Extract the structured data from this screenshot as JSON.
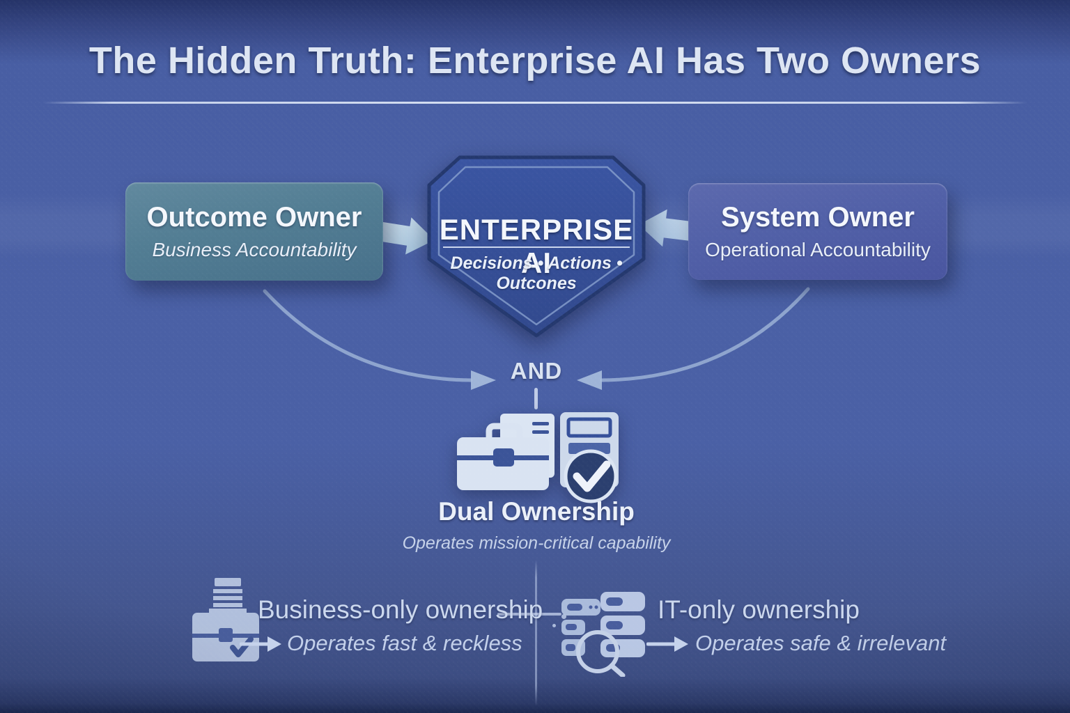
{
  "slide": {
    "title": "The Hidden Truth: Enterprise AI Has Two Owners",
    "owners": {
      "outcome": {
        "title": "Outcome Owner",
        "subtitle": "Business Accountability"
      },
      "system": {
        "title": "System Owner",
        "subtitle": "Operational Accountability"
      }
    },
    "enterprise_ai": {
      "title": "ENTERPRISE AI",
      "subtitle": "Decisions • Actions • Outcones"
    },
    "junction": {
      "label": "AND"
    },
    "dual_ownership": {
      "title": "Dual Ownership",
      "subtitle": "Operates mission-critical capability"
    },
    "failure_modes": {
      "business_only": {
        "title": "Business-only ownership",
        "subtitle": "Operates fast & reckless"
      },
      "it_only": {
        "title": "IT-only ownership",
        "subtitle": "Operates safe & irrelevant"
      }
    },
    "colors": {
      "background": "#4a60a5",
      "background_dark": "#26346a",
      "shield_fill": "#35509a",
      "outcome_box": "#527d93",
      "system_box": "#5160a7",
      "arrow_light": "#bcd6e8",
      "connector": "#9fb5d8",
      "text_light": "#dde5f3",
      "icon_light": "#c9d6ec",
      "icon_dark": "#3b5498"
    }
  }
}
